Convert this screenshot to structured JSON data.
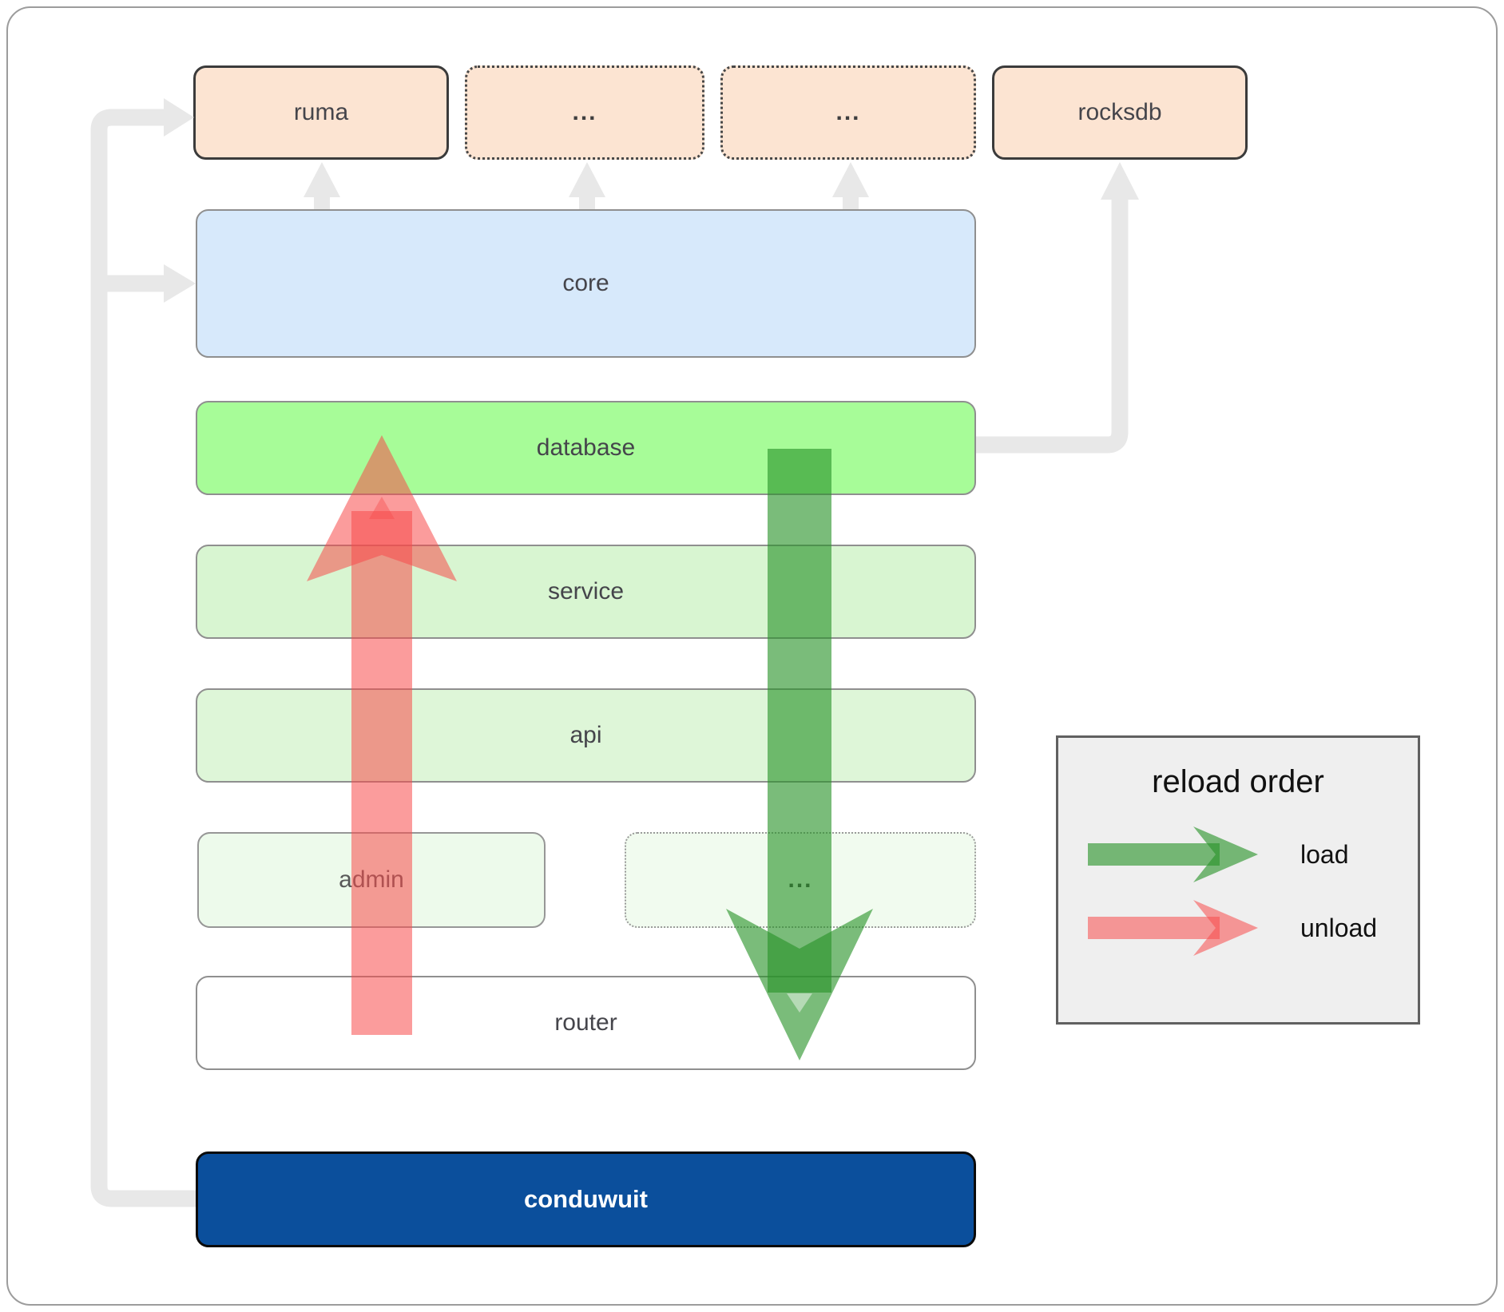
{
  "diagram": {
    "title": "conduwuit architecture reload-order diagram",
    "labels": {
      "ruma": "ruma",
      "ellipsis1": "...",
      "ellipsis2": "...",
      "rocksdb": "rocksdb",
      "core": "core",
      "database": "database",
      "service": "service",
      "api": "api",
      "admin": "admin",
      "ellipsis3": "...",
      "router": "router",
      "conduwuit": "conduwuit"
    },
    "legend": {
      "title": "reload order",
      "load": "load",
      "unload": "unload"
    },
    "colors": {
      "peach_fill": "#fce4d2",
      "core_fill": "#d7e9fb",
      "database_fill": "#a7fc98",
      "service_fill": "#d8f5d1",
      "api_fill": "#def6d8",
      "admin_fill": "#edfaeb",
      "admin_ellipsis_fill": "#f1fbef",
      "router_fill": "#ffffff",
      "conduwuit_fill": "#0b4f9c",
      "load_arrow": "#289328",
      "unload_arrow": "#f84b4b",
      "connector": "#e8e8e8",
      "legend_bg": "#efefef"
    }
  }
}
